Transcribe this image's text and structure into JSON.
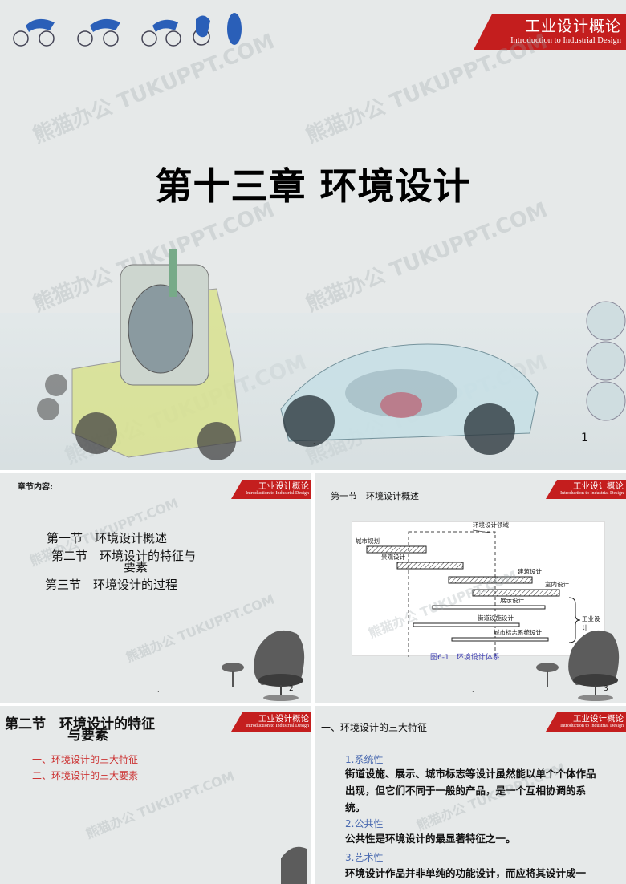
{
  "banner": {
    "title": "工业设计概论",
    "subtitle": "Introduction to Industrial Design"
  },
  "watermark": "熊猫办公 TUKUPPT.COM",
  "slide1": {
    "title": "第十三章 环境设计",
    "page": "1",
    "dot": "."
  },
  "slide2": {
    "heading": "章节内容:",
    "items": [
      "第一节　环境设计概述",
      "第二节　环境设计的特征与",
      "要素",
      "第三节　环境设计的过程"
    ],
    "page": "2",
    "dot": "."
  },
  "slide3": {
    "heading": "第一节　环境设计概述",
    "diagram": {
      "region_label": "环境设计领域",
      "bars": [
        "城市规划",
        "景观设计",
        "建筑设计",
        "室内设计",
        "展示设计",
        "街道设施设计",
        "城市标志系统设计"
      ],
      "bracket_label": "工业设计"
    },
    "caption": "图6-1　环境设计体系",
    "page": "3",
    "dot": "."
  },
  "slide4": {
    "title_line1": "第二节　环境设计的特征",
    "title_line2": "与要素",
    "items": [
      "一、环境设计的三大特征",
      "二、环境设计的三大要素"
    ]
  },
  "slide5": {
    "heading": "一、环境设计的三大特征",
    "sections": [
      {
        "label": "1.系统性",
        "text": "街道设施、展示、城市标志等设计虽然能以单个个体作品出现，但它们不同于一般的产品，是一个互相协调的系统。"
      },
      {
        "label": "2.公共性",
        "text": "公共性是环境设计的最显著特征之一。"
      },
      {
        "label": "3.艺术性",
        "text": "环境设计作品并非单纯的功能设计，而应将其设计成一"
      }
    ]
  }
}
